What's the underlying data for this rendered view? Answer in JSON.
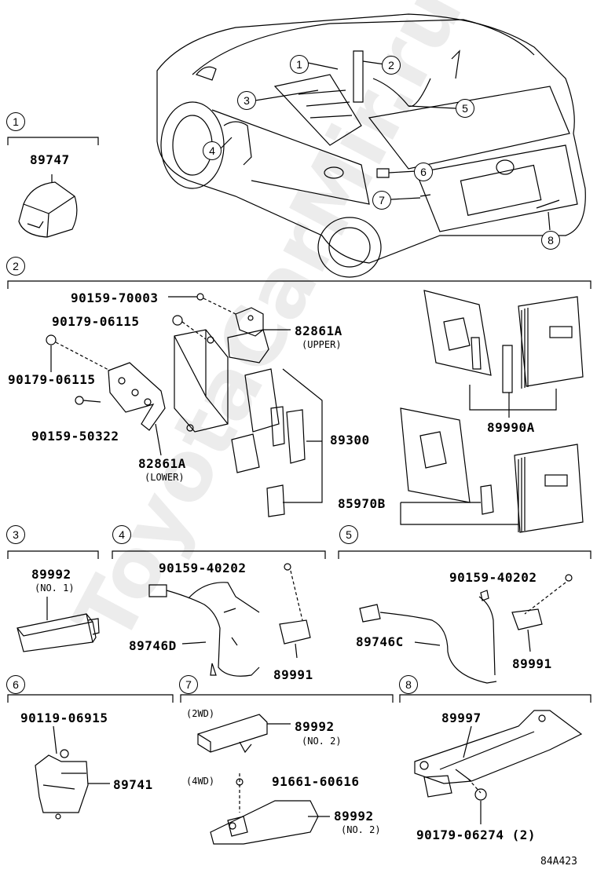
{
  "callouts": [
    "1",
    "2",
    "3",
    "4",
    "5",
    "6",
    "7",
    "8"
  ],
  "sections": {
    "s1": {
      "num": "1",
      "parts": [
        {
          "pn": "89747"
        }
      ]
    },
    "s2": {
      "num": "2",
      "labels": {
        "p90159_70003": "90159-70003",
        "p90179_06115a": "90179-06115",
        "p90179_06115b": "90179-06115",
        "p90159_50322": "90159-50322",
        "p82861A_upper": "82861A",
        "upper": "(UPPER)",
        "p82861A_lower": "82861A",
        "lower": "(LOWER)",
        "p89300": "89300",
        "p89990A": "89990A",
        "p85970B": "85970B"
      }
    },
    "s3": {
      "num": "3",
      "pn": "89992",
      "sub": "(NO. 1)"
    },
    "s4": {
      "num": "4",
      "screw": "90159-40202",
      "harness": "89746D",
      "sensor": "89991"
    },
    "s5": {
      "num": "5",
      "screw": "90159-40202",
      "harness": "89746C",
      "sensor": "89991"
    },
    "s6": {
      "num": "6",
      "bolt": "90119-06915",
      "unit": "89741"
    },
    "s7": {
      "num": "7",
      "v2wd": "(2WD)",
      "p1": "89992",
      "sub1": "(NO. 2)",
      "v4wd": "(4WD)",
      "bolt": "91661-60616",
      "p2": "89992",
      "sub2": "(NO. 2)"
    },
    "s8": {
      "num": "8",
      "bracket": "89997",
      "bolt": "90179-06274 (2)"
    }
  },
  "footer_code": "84A423",
  "watermark": "ToyotaCarMir.ru"
}
